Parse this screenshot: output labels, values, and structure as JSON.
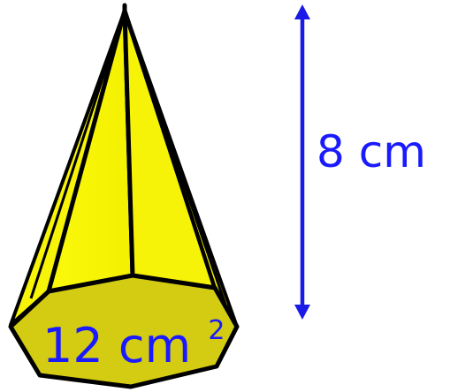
{
  "height_label": "8 cm",
  "base_area": {
    "value": "12 cm",
    "exponent": "2"
  },
  "colors": {
    "solid_fill": "#f5f20a",
    "solid_shade": "#e9e600",
    "base_fill": "#d3cc12",
    "outline": "#000000",
    "label_text": "#1a1aff",
    "arrow": "#1a1ae6"
  }
}
